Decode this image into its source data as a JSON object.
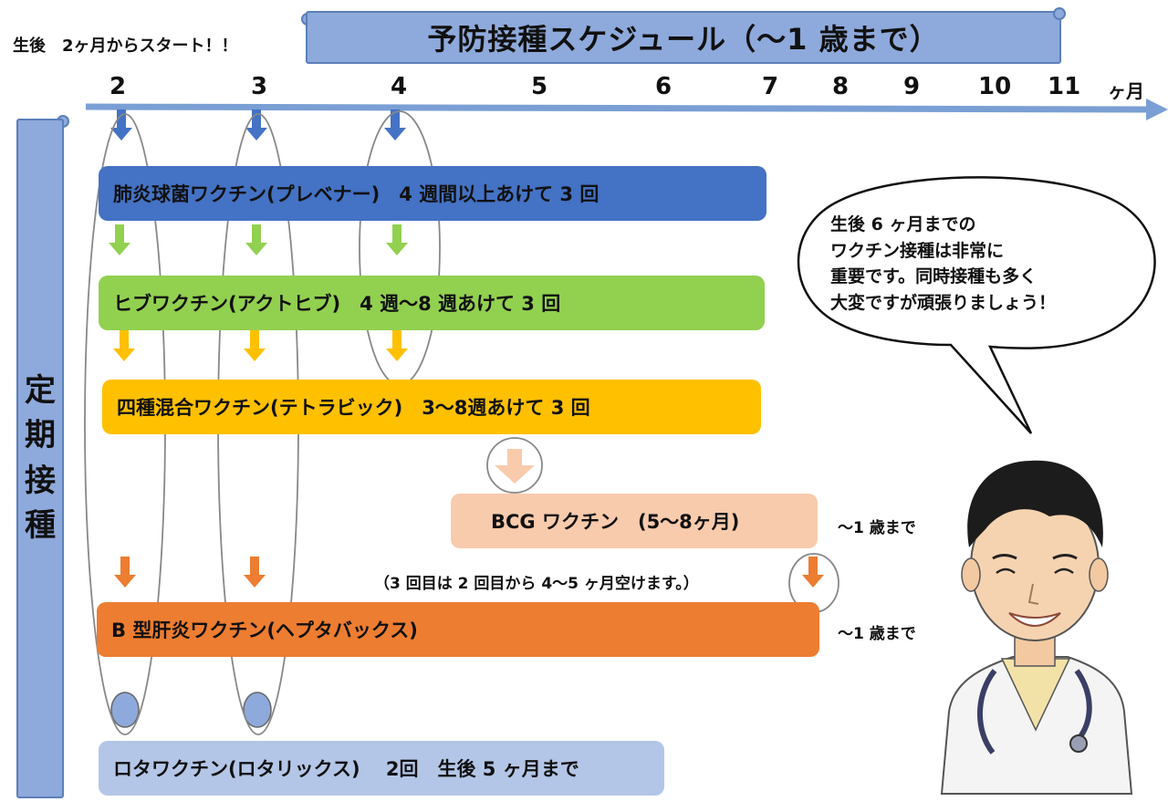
{
  "header": {
    "title": "予防接種スケジュール（～1 歳まで）",
    "start_note": "生後　2ヶ月からスタート！！"
  },
  "timeline": {
    "months": [
      "2",
      "3",
      "4",
      "5",
      "6",
      "7",
      "8",
      "9",
      "10",
      "11"
    ],
    "unit": "ヶ月"
  },
  "side_banner": {
    "chars": [
      "定",
      "期",
      "接",
      "種"
    ]
  },
  "vaccines": {
    "pcv": {
      "label": "肺炎球菌ワクチン(プレベナー)　4 週間以上あけて 3 回",
      "color": "#4472c4",
      "arrow_color": "#4472c4"
    },
    "hib": {
      "label": "ヒブワクチン(アクトヒブ)　4 週～8 週あけて 3 回",
      "color": "#92d050",
      "arrow_color": "#92d050"
    },
    "dpt": {
      "label": "四種混合ワクチン(テトラビック)　3～8週あけて 3 回",
      "color": "#ffc000",
      "arrow_color": "#ffc000"
    },
    "bcg": {
      "label": "BCG ワクチン　(5～8ヶ月)",
      "note": "～1 歳まで",
      "color": "#f8cbad",
      "arrow_color": "#f8cbad"
    },
    "hepb": {
      "label": "B 型肝炎ワクチン(ヘプタバックス)",
      "note": "～1 歳まで",
      "third_dose_note": "（3 回目は 2 回目から 4～5 ヶ月空けます。）",
      "color": "#ed7d31",
      "arrow_color": "#ed7d31"
    },
    "rota": {
      "label": "ロタワクチン(ロタリックス)　 2回　生後 5 ヶ月まで",
      "color": "#b4c6e7"
    }
  },
  "speech": {
    "lines": [
      "生後 6 ヶ月までの",
      "ワクチン接種は非常に",
      "重要です。同時接種も多く",
      "大変ですが頑張りましょう！"
    ]
  }
}
